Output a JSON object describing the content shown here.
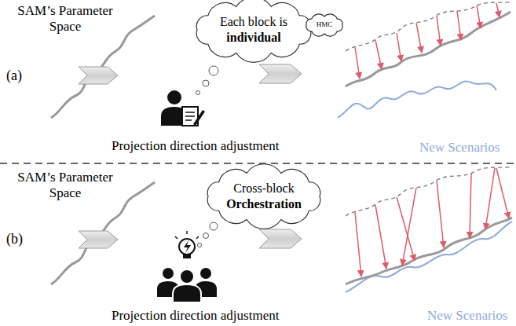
{
  "diagram": {
    "nodes": [
      {
        "text": [
          "Each block is",
          "individual"
        ]
      },
      {
        "text": [
          "HMC"
        ]
      },
      {
        "text": [
          "Cross-block",
          "Orchestration"
        ]
      }
    ],
    "labels": [
      "SAM’s Parameter Space",
      "(a)",
      "Projection direction adjustment",
      "New Scenarios",
      "SAM’s Parameter Space",
      "(b)",
      "Projection direction adjustment",
      "New Scenarios"
    ]
  }
}
